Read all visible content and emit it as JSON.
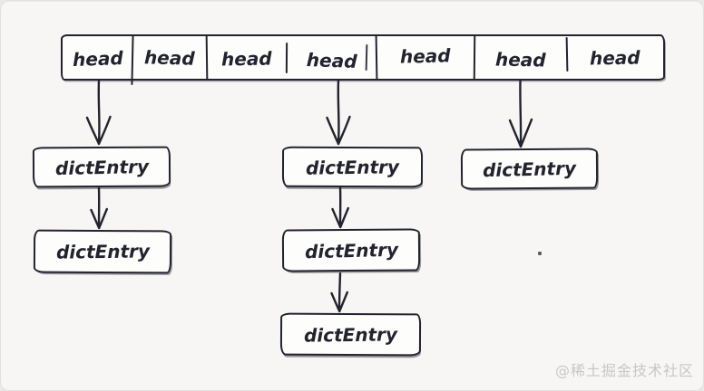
{
  "canvas": {
    "background": "#f7f6f4",
    "ink_color": "#23232f",
    "box_fill": "#fdfdfc"
  },
  "bucket_table": {
    "cells": [
      {
        "label": "head"
      },
      {
        "label": "head"
      },
      {
        "label": "head"
      },
      {
        "label": "head"
      },
      {
        "label": "head"
      },
      {
        "label": "head"
      },
      {
        "label": "head"
      }
    ]
  },
  "chains": [
    {
      "id": "chain-left",
      "from_bucket": 1,
      "entries": [
        {
          "label": "dictEntry"
        },
        {
          "label": "dictEntry"
        }
      ]
    },
    {
      "id": "chain-middle",
      "from_bucket": 4,
      "entries": [
        {
          "label": "dictEntry"
        },
        {
          "label": "dictEntry"
        },
        {
          "label": "dictEntry"
        }
      ]
    },
    {
      "id": "chain-right",
      "from_bucket": 6,
      "entries": [
        {
          "label": "dictEntry"
        }
      ]
    }
  ],
  "watermark": {
    "text": "@稀土掘金技术社区",
    "color": "#c9c7c5"
  }
}
